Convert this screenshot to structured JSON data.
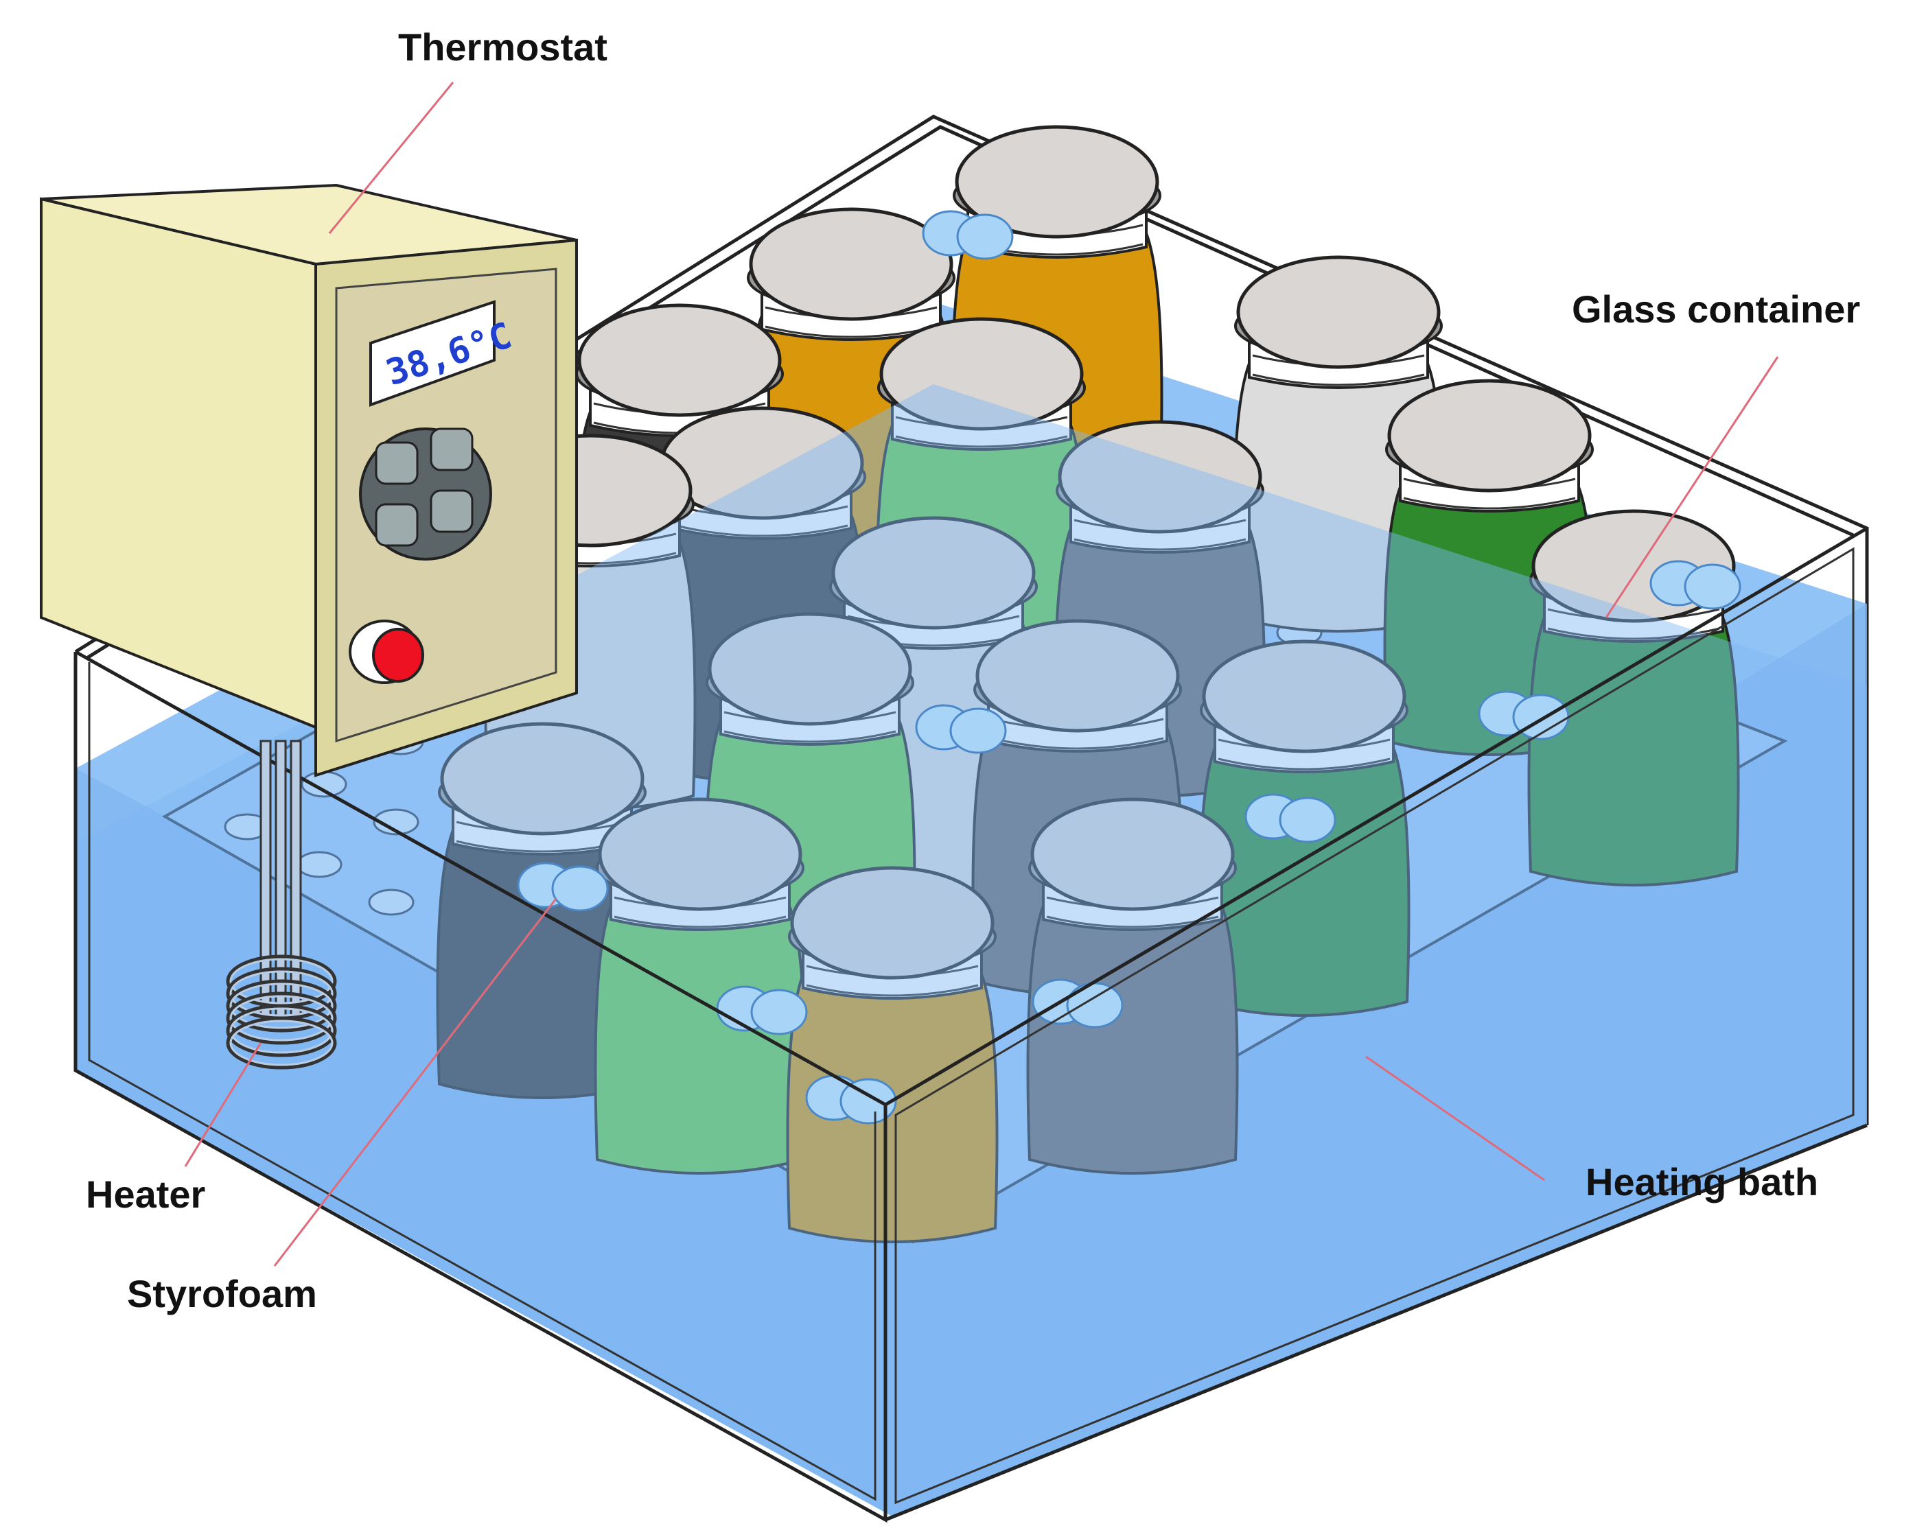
{
  "labels": {
    "thermostat": "Thermostat",
    "glass_container": "Glass container",
    "heating_bath": "Heating bath",
    "heater": "Heater",
    "styrofoam": "Styrofoam"
  },
  "display": {
    "temperature": "38,6°C"
  },
  "colors": {
    "water": "#7fb8f5",
    "water_dark": "#5a9de8",
    "thermostat_body": "#f0ecb8",
    "thermostat_side": "#ddd8a0",
    "panel": "#d8d1a9",
    "knob": "#ee1122",
    "lid": "#d9d6d4",
    "leader_line": "#e06a7a",
    "styrofoam": "#a8d4f8",
    "tray_hole": "#ffffff"
  },
  "jars": [
    {
      "liquid": "#d9980b"
    },
    {
      "liquid": "#d9980b"
    },
    {
      "liquid": "#dcdcdc"
    },
    {
      "liquid": "#3a3a3a"
    },
    {
      "liquid": "#66cc44"
    },
    {
      "liquid": "#2f8a2e"
    },
    {
      "liquid": "#dcdcdc"
    },
    {
      "liquid": "#3a3a3a"
    },
    {
      "liquid": "#6a6666"
    },
    {
      "liquid": "#2f8a2e"
    },
    {
      "liquid": "#dcdcdc"
    },
    {
      "liquid": "#66cc44"
    },
    {
      "liquid": "#6a6666"
    },
    {
      "liquid": "#2f8a2e"
    },
    {
      "liquid": "#3a3a3a"
    },
    {
      "liquid": "#66cc44"
    },
    {
      "liquid": "#6a6666"
    },
    {
      "liquid": "#d9980b"
    }
  ]
}
